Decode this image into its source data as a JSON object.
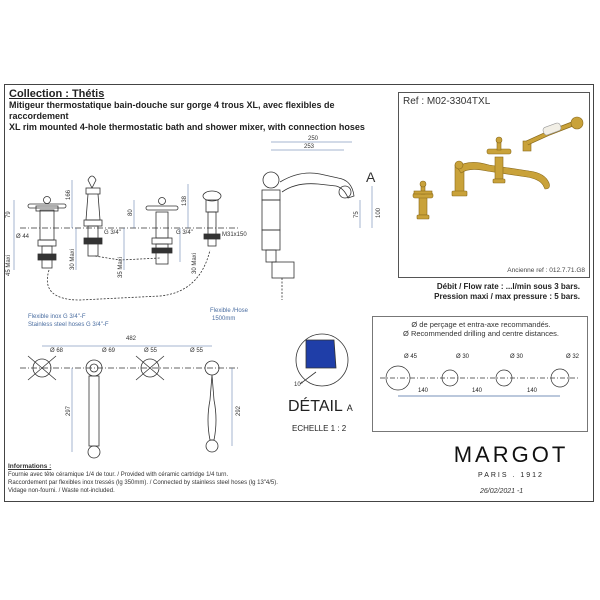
{
  "header": {
    "collection": "Collection : Thétis",
    "desc_fr": "Mitigeur thermostatique bain-douche sur gorge 4 trous XL, avec flexibles de raccordement",
    "desc_en": "XL rim mounted 4-hole thermostatic bath and shower mixer, with connection hoses"
  },
  "ref": {
    "label": "Ref : M02-3304TXL",
    "old_ref": "Ancienne ref : 012.7.71.G8"
  },
  "specs": {
    "flow": "Débit / Flow rate : ...l/min sous 3 bars.",
    "pressure": "Pression maxi / max pressure : 5 bars."
  },
  "drilling": {
    "title_fr": "Ø de perçage et entra-axe recommandés.",
    "title_en": "Ø Recommended drilling and centre distances.",
    "holes": [
      "Ø 45",
      "Ø 30",
      "Ø 30",
      "Ø 32"
    ],
    "spacings": [
      "140",
      "140",
      "140"
    ]
  },
  "front_view": {
    "dims": {
      "d79": "79",
      "d166": "166",
      "d80": "80",
      "d138": "138",
      "d44": "Ø 44",
      "g34a": "G 3/4\"",
      "g34b": "G 3/4\"",
      "m31": "M31x150",
      "max45": "45 Maxi",
      "max30a": "30 Maxi",
      "max35": "35 Maxi",
      "max30b": "30 Maxi"
    },
    "flex_inox": "Flexible inox G 3/4\"-F",
    "flex_steel": "Stainless steel hoses G 3/4\"-F",
    "flex_hose": "Flexible /Hose",
    "flex_len": "1500mm"
  },
  "side_view": {
    "d250": "250",
    "d253": "253",
    "d75": "75",
    "d100": "100",
    "detail_marker": "A"
  },
  "top_view": {
    "d482": "482",
    "d68": "Ø 68",
    "d69": "Ø 69",
    "d55a": "Ø 55",
    "d55b": "Ø 55",
    "d297": "297",
    "d292": "292"
  },
  "detail": {
    "title": "DÉTAIL",
    "letter": "A",
    "scale": "ECHELLE 1 : 2",
    "angle": "10°"
  },
  "info": {
    "heading": "Informations :",
    "line1": "Fournie avec tête céramique 1/4 de tour. / Provided with céramic cartridge 1/4 turn.",
    "line2": "Raccordement par flexibles inox tressés (lg 350mm). / Connected by stainless steel hoses (lg 13\"4/5).",
    "line3": "Vidage non-fourni. / Waste not-included."
  },
  "brand": {
    "name": "MARGOT",
    "city": "PARIS . 1912",
    "date": "26/02/2021 -1"
  },
  "colors": {
    "brass": "#c9a23a",
    "line": "#333333",
    "dim": "#4a6da0",
    "detail_blue": "#1f3ea8"
  }
}
